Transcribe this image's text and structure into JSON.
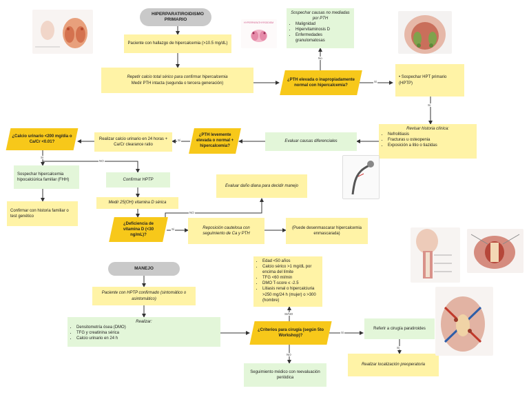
{
  "headers": {
    "hpt": "HIPERPARATIROIDISMO PRIMARIO",
    "manejo": "MANEJO"
  },
  "nodes": {
    "paciente": "Paciente con hallazgo de hipercalcemia (>10.5 mg/dL)",
    "repetir_1": "Repetir calcio total sérico para confirmar hipercalcemia",
    "repetir_2": "Medir PTH intacta (segunda o tercera generación)",
    "pth_elevada": "¿PTH elevada o inapropiadamente normal con hipercalcemia?",
    "sospechar_hpt": "• Sospechar HPT primario (HPTP)",
    "causas_title": "Sospechar causas no mediadas por PTH",
    "causas_items": [
      "Malignidad",
      "Hipervitaminosis D",
      "Enfermedades granulomatosas"
    ],
    "revisar_title": "Revisar historia clínica:",
    "revisar_items": [
      "Nefrolitiasis",
      "Fracturas u osteopenia",
      "Exposición a litio o tiazidas"
    ],
    "evaluar_dif": "Evaluar causas diferenciales",
    "pth_levemente": "¿PTH levemente elevada o normal + hipercalcemia?",
    "realizar_calcio": "Realizar calcio urinario en 24 horas + Ca/Cr clearance ratio",
    "calcio_urinario": "¿Calcio urinario <200 mg/día o Ca/Cr <0.01?",
    "sospechar_fhh": "Sospechar hipercalcemia hipocalciúrica familiar (FHH)",
    "confirmar_historia": "Confirmar con historia familiar o test genético",
    "confirmar_hptp": "Confirmar HPTP",
    "medir_vitd": "Medir 25(OH) vitamina D sérica",
    "deficiencia": "¿Deficiencia de vitamina D (<30 ng/mL)?",
    "evaluar_dano": "Evaluar daño diana para decidir manejo",
    "reposicion": "Reposición cautelosa con seguimiento de Ca y PTH",
    "puede_desenmascarar": "(Puede desenmascarar hipercalcemia enmascarada)",
    "paciente_confirmado": "Paciente con HPTP confirmado (sintomático o asintomático)",
    "realizar_title": "Realizar:",
    "realizar_items": [
      "Densitometría ósea (DMO)",
      "TFG y creatinina sérica",
      "Calcio urinario en 24 h"
    ],
    "criterios_list": [
      "Edad <50 años",
      "Calcio sérico >1 mg/dL por encima del límite",
      "TFG <60 ml/min",
      "DMO T-score ≤ -2.5",
      "Litiasis renal o hipercalciuria >250 mg/24 h (mujer) o >300 (hombre)"
    ],
    "criterios": "¿Criterios para cirugía (según 5to Workshop)?",
    "referir": "Referir a cirugía paratiroides",
    "localizacion": "Realizar localización preoperatoria",
    "seguimiento": "Seguimiento médico con reevaluación periódica"
  },
  "edge_labels": {
    "no": "NO",
    "si": "SI",
    "no_lower": "No",
    "si_lower": "Si",
    "si_caps": "SÍ",
    "sino": "SI/NO"
  },
  "images": {
    "thyroid_illustration": "thyroid-anatomy-illustration",
    "parathyroid_small": "parathyroid-diagram",
    "hyperpara_caption": "HYPERPARATHYROIDISM",
    "neck_surgery": "neck-surgery-photo",
    "bone_xray": "bone-fracture-xray",
    "neck_anatomy": "neck-anatomy-illustration",
    "surgery_site": "surgery-site-illustration",
    "parathyroid_surgery": "parathyroid-surgery-illustration"
  },
  "colors": {
    "yellow_box": "#fff3a6",
    "green_box": "#e3f6d9",
    "gold_decision": "#f7c81a",
    "header_pill": "#c9c9c9"
  }
}
